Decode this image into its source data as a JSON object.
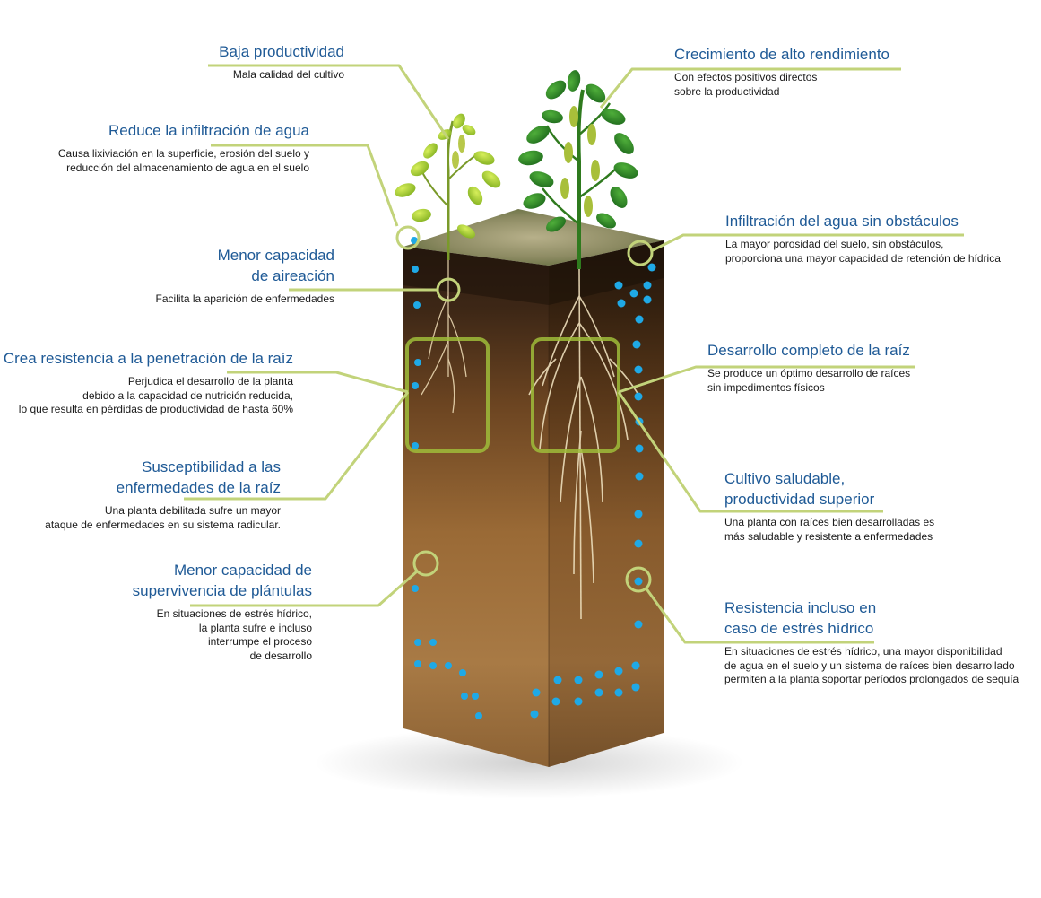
{
  "colors": {
    "title_blue": "#1f5a96",
    "connector_green": "#c2d37a",
    "water_blue": "#1fa9e6",
    "soil_brown": "#8a5a2b"
  },
  "left_labels": [
    {
      "title": "Baja productividad",
      "desc": "Mala calidad del cultivo"
    },
    {
      "title": "Reduce la infiltración de agua",
      "desc": "Causa lixiviación en la superficie, erosión del suelo y\nreducción del almacenamiento de agua en el suelo"
    },
    {
      "title": "Menor capacidad\nde aireación",
      "desc": "Facilita la aparición de enfermedades"
    },
    {
      "title": "Crea resistencia a la penetración de la raíz",
      "desc": "Perjudica el desarrollo de la planta\ndebido a la capacidad de nutrición reducida,\nlo que resulta en pérdidas de productividad de hasta 60%"
    },
    {
      "title": "Susceptibilidad a las\nenfermedades de la raíz",
      "desc": "Una planta debilitada sufre un mayor\nataque de enfermedades en su sistema radicular."
    },
    {
      "title": "Menor capacidad de\nsupervivencia de plántulas",
      "desc": "En situaciones de estrés hídrico,\nla planta sufre e incluso\ninterrumpe el proceso\nde desarrollo"
    }
  ],
  "right_labels": [
    {
      "title": "Crecimiento de alto rendimiento",
      "desc": "Con efectos positivos directos\nsobre la productividad"
    },
    {
      "title": "Infiltración del agua sin obstáculos",
      "desc": "La mayor porosidad del suelo, sin obstáculos,\nproporciona una mayor capacidad de retención de hídrica"
    },
    {
      "title": "Desarrollo completo de la raíz",
      "desc": "Se produce un óptimo desarrollo de raíces\nsin impedimentos físicos"
    },
    {
      "title": "Cultivo saludable,\nproductividad superior",
      "desc": "Una planta con raíces bien desarrolladas es\nmás saludable y resistente a enfermedades"
    },
    {
      "title": "Resistencia incluso en\ncaso de estrés hídrico",
      "desc": "En situaciones de estrés hídrico, una mayor disponibilidad\nde agua en el suelo y un sistema de raíces bien desarrollado\npermiten a la planta soportar períodos prolongados de sequía"
    }
  ]
}
